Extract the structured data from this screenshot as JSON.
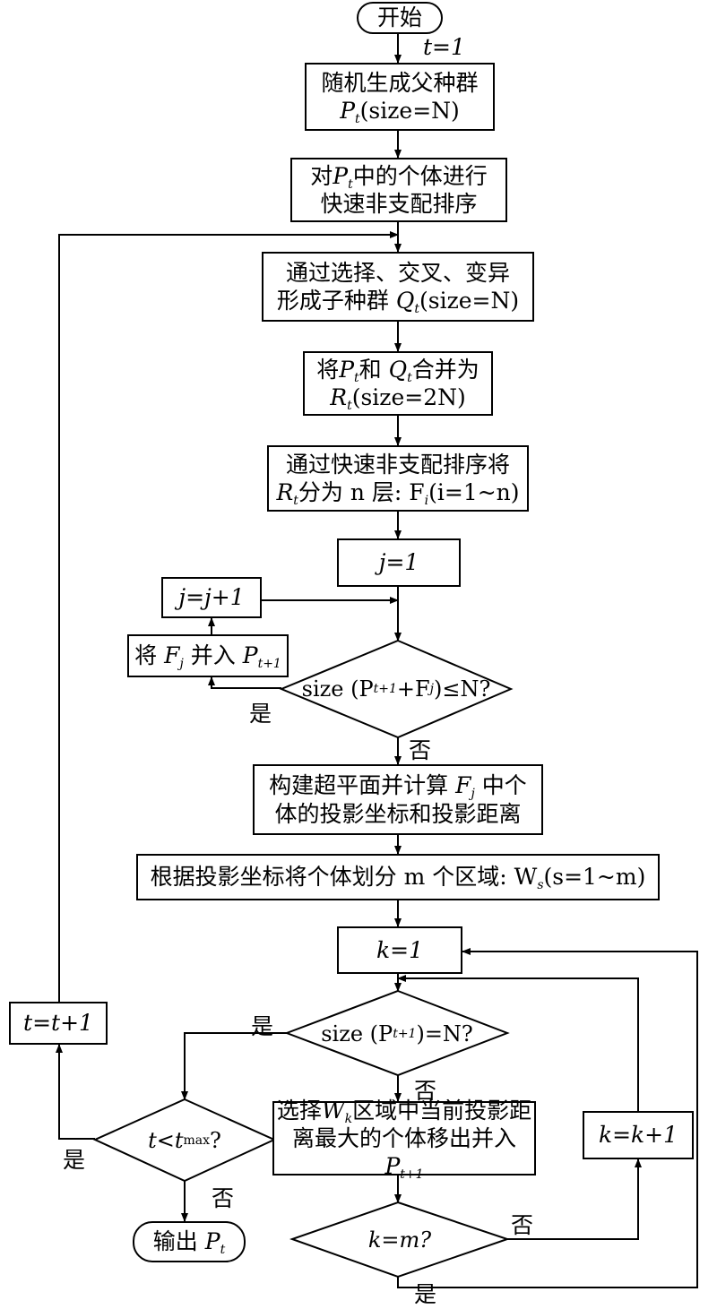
{
  "nodes": {
    "start": "开始",
    "t_init": "t=1",
    "gen_parent": {
      "line1": "随机生成父种群",
      "line2_var": "P",
      "line2_sub": "t",
      "line2_rest": "(size=N)"
    },
    "nd_sort": {
      "line1_a": "对",
      "line1_var": "P",
      "line1_sub": "t",
      "line1_b": "中的个体进行",
      "line2": "快速非支配排序"
    },
    "offspring": {
      "line1": "通过选择、交叉、变异",
      "line2_a": "形成子种群",
      "line2_var": "Q",
      "line2_sub": "t",
      "line2_rest": "(size=N)"
    },
    "merge": {
      "line1_a": "将",
      "var_p": "P",
      "sub_p": "t",
      "line1_b": "和",
      "var_q": "Q",
      "sub_q": "t",
      "line1_c": "合并为",
      "line2_var": "R",
      "line2_sub": "t",
      "line2_rest": "(size=2N)"
    },
    "layer": {
      "line1": "通过快速非支配排序将",
      "line2_var": "R",
      "line2_sub": "t",
      "line2_a": "分为 n 层: F",
      "line2_sub2": "i",
      "line2_rest": "(i=1~n)"
    },
    "j_init": "j=1",
    "j_inc": "j=j+1",
    "add_fj": {
      "a": "将",
      "var": "F",
      "sub": "j",
      "b": "并入",
      "var2": "P",
      "sub2": "t+1"
    },
    "cond_size": {
      "a": "size (P",
      "sub": "t+1",
      "b": "+F",
      "sub2": "j",
      "c": ")≤N?"
    },
    "hyperplane": {
      "line1_a": "构建超平面并计算",
      "line1_var": "F",
      "line1_sub": "j",
      "line1_b": "中个",
      "line2": "体的投影坐标和投影距离"
    },
    "divide": {
      "a": "根据投影坐标将个体划分 m 个区域: W",
      "sub": "s",
      "b": "(s=1~m)"
    },
    "k_init": "k=1",
    "cond_full": {
      "a": "size (P",
      "sub": "t+1",
      "b": ")=N?"
    },
    "select": {
      "line1_a": "选择",
      "line1_var": "W",
      "line1_sub": "k",
      "line1_b": "区域中当前投影距",
      "line2_a": "离最大的个体移出并入",
      "line2_var": "P",
      "line2_sub": "t+1"
    },
    "k_inc": "k=k+1",
    "cond_km": "k=m?",
    "t_inc": "t=t+1",
    "cond_t": {
      "a": "t<t",
      "sub": "max",
      "b": "?"
    },
    "output": {
      "a": "输出",
      "var": "P",
      "sub": "t"
    }
  },
  "labels": {
    "yes": "是",
    "no": "否"
  },
  "colors": {
    "line": "#000000",
    "background": "#ffffff"
  }
}
